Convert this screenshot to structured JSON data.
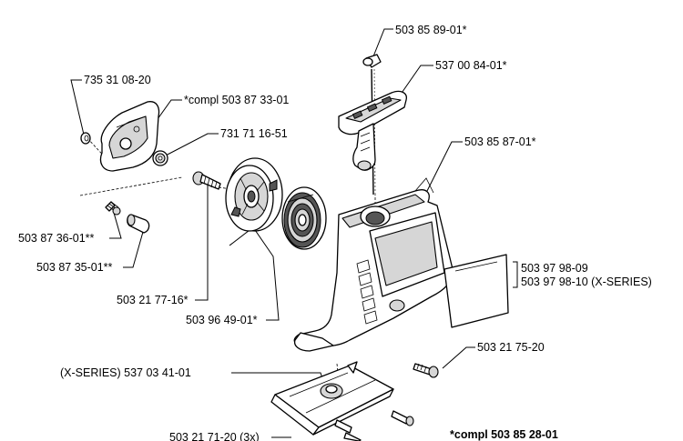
{
  "labels": {
    "p_503_85_89_01": "503 85 89-01*",
    "p_537_00_84_01": "537 00 84-01*",
    "p_735_31_08_20": "735 31 08-20",
    "p_compl_503_87_33_01": "*compl 503 87 33-01",
    "p_731_71_16_51": "731 71 16-51",
    "p_503_85_87_01": "503 85 87-01*",
    "p_503_87_36_01": "503 87 36-01**",
    "p_503_87_35_01": "503 87 35-01**",
    "p_503_97_98_09": "503 97 98-09",
    "p_503_97_98_10": "503 97 98-10 (X-SERIES)",
    "p_503_21_77_16": "503 21 77-16*",
    "p_503_96_49_01": "503 96 49-01*",
    "p_503_21_75_20": "503 21 75-20",
    "p_537_03_41_01": "(X-SERIES) 537 03 41-01",
    "p_503_21_71_20": "503 21 71-20 (3x)",
    "p_compl_503_85_28_01": "*compl 503 85 28-01"
  }
}
